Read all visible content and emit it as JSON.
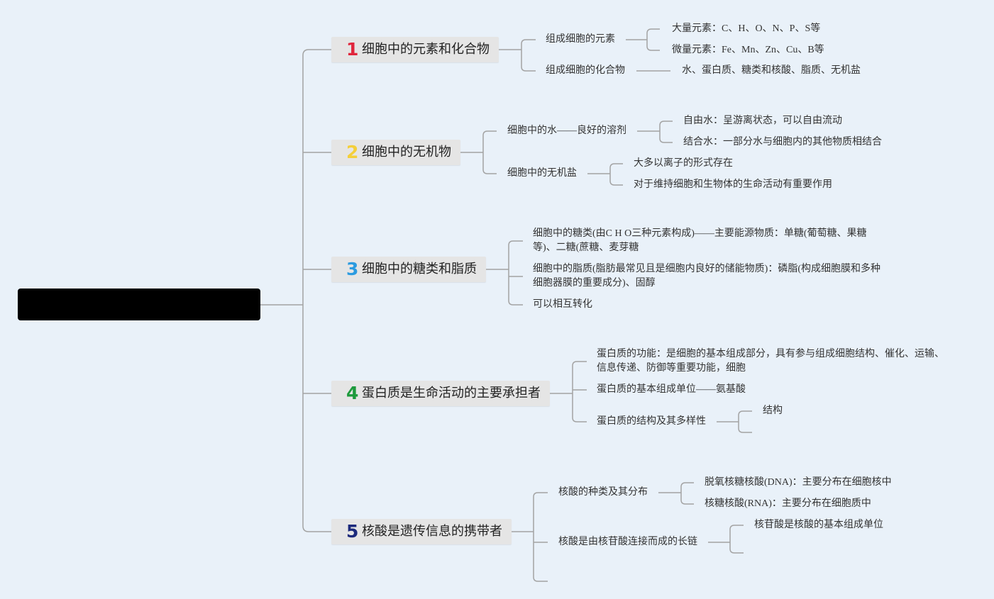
{
  "root": {
    "color": "#000000"
  },
  "branches": [
    {
      "number": "1",
      "number_color": "#e0263c",
      "title": "细胞中的元素和化合物",
      "children": [
        {
          "text": "组成细胞的元素",
          "children": [
            {
              "text": "大量元素：C、H、O、N、P、S等"
            },
            {
              "text": "微量元素：Fe、Mn、Zn、Cu、B等"
            }
          ]
        },
        {
          "text": "组成细胞的化合物",
          "children": [
            {
              "text": "水、蛋白质、糖类和核酸、脂质、无机盐"
            }
          ]
        }
      ]
    },
    {
      "number": "2",
      "number_color": "#f4cf3a",
      "title": "细胞中的无机物",
      "children": [
        {
          "text": "细胞中的水——良好的溶剂",
          "children": [
            {
              "text": "自由水：呈游离状态，可以自由流动"
            },
            {
              "text": "结合水：一部分水与细胞内的其他物质相结合"
            }
          ]
        },
        {
          "text": "细胞中的无机盐",
          "children": [
            {
              "text": "大多以离子的形式存在"
            },
            {
              "text": "对于维持细胞和生物体的生命活动有重要作用"
            }
          ]
        }
      ]
    },
    {
      "number": "3",
      "number_color": "#2b9be0",
      "title": "细胞中的糖类和脂质",
      "children": [
        {
          "text": "细胞中的糖类(由C H O三种元素构成)——主要能源物质：单糖(葡萄糖、果糖等)、二糖(蔗糖、麦芽糖"
        },
        {
          "text": "细胞中的脂质(脂肪最常见且是细胞内良好的储能物质)：磷脂(构成细胞膜和多种细胞器膜的重要成分)、固醇"
        },
        {
          "text": "可以相互转化"
        }
      ]
    },
    {
      "number": "4",
      "number_color": "#1d9a3c",
      "title": "蛋白质是生命活动的主要承担者",
      "children": [
        {
          "text": "蛋白质的功能：是细胞的基本组成部分，具有参与组成细胞结构、催化、运输、信息传递、防御等重要功能，细胞"
        },
        {
          "text": "蛋白质的基本组成单位——氨基酸"
        },
        {
          "text": "蛋白质的结构及其多样性",
          "children": [
            {
              "text": "结构"
            }
          ]
        }
      ]
    },
    {
      "number": "5",
      "number_color": "#1c2a7c",
      "title": "核酸是遗传信息的携带者",
      "children": [
        {
          "text": "核酸的种类及其分布",
          "children": [
            {
              "text": "脱氧核糖核酸(DNA)：主要分布在细胞核中"
            },
            {
              "text": "核糖核酸(RNA)：主要分布在细胞质中"
            }
          ]
        },
        {
          "text": "核酸是由核苷酸连接而成的长链",
          "children": [
            {
              "text": "核苷酸是核酸的基本组成单位"
            }
          ]
        }
      ]
    }
  ]
}
